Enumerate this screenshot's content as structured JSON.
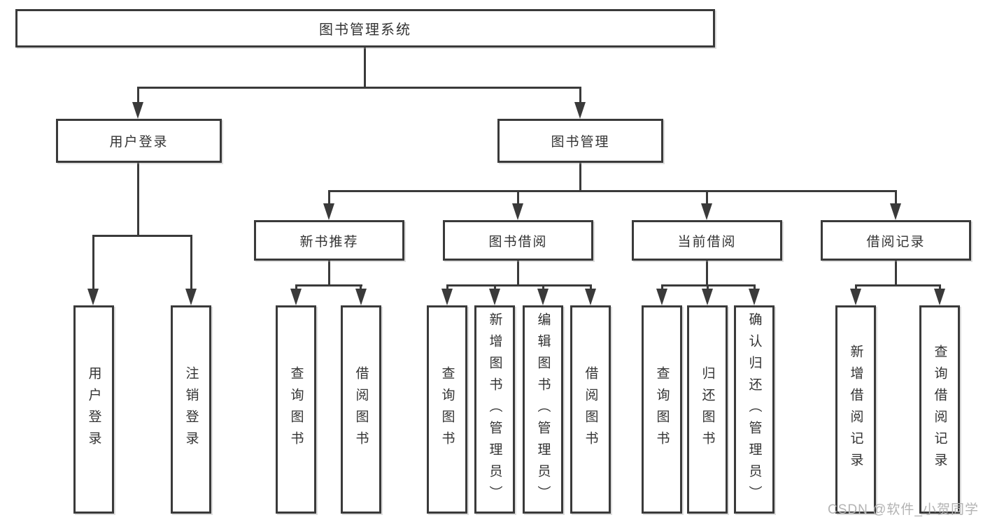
{
  "diagram": {
    "root": {
      "label": "图书管理系统"
    },
    "branches": [
      {
        "label": "用户登录",
        "children": [
          {
            "label": "用户登录"
          },
          {
            "label": "注销登录"
          }
        ]
      },
      {
        "label": "图书管理",
        "children": [
          {
            "label": "新书推荐",
            "children": [
              {
                "label": "查询图书"
              },
              {
                "label": "借阅图书"
              }
            ]
          },
          {
            "label": "图书借阅",
            "children": [
              {
                "label": "查询图书"
              },
              {
                "label": "新增图书（管理员）"
              },
              {
                "label": "编辑图书（管理员）"
              },
              {
                "label": "借阅图书"
              }
            ]
          },
          {
            "label": "当前借阅",
            "children": [
              {
                "label": "查询图书"
              },
              {
                "label": "归还图书"
              },
              {
                "label": "确认归还（管理员）"
              }
            ]
          },
          {
            "label": "借阅记录",
            "children": [
              {
                "label": "新增借阅记录"
              },
              {
                "label": "查询借阅记录"
              }
            ]
          }
        ]
      }
    ]
  },
  "watermark": {
    "text": "CSDN @软件_小贺同学"
  },
  "colors": {
    "line": "#3a3a3a",
    "box_border": "#3a3a3a",
    "box_fill": "#ffffff",
    "text": "#333333",
    "watermark": "#b3b3b3"
  }
}
